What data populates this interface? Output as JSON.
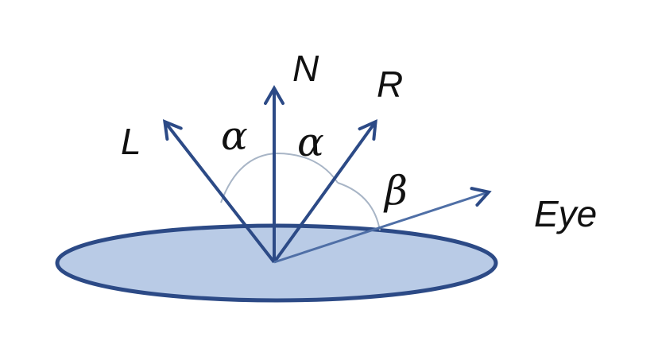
{
  "diagram": {
    "labels": {
      "normal": "N",
      "reflect": "R",
      "light": "L",
      "eye": "Eye",
      "alpha_left": "α",
      "alpha_right": "α",
      "beta": "β"
    },
    "colors": {
      "arrow": "#2c4a86",
      "arc": "#a8b5c6",
      "surface_fill": "#b9cbe6",
      "surface_stroke": "#2c4a86",
      "text": "#111111"
    }
  }
}
